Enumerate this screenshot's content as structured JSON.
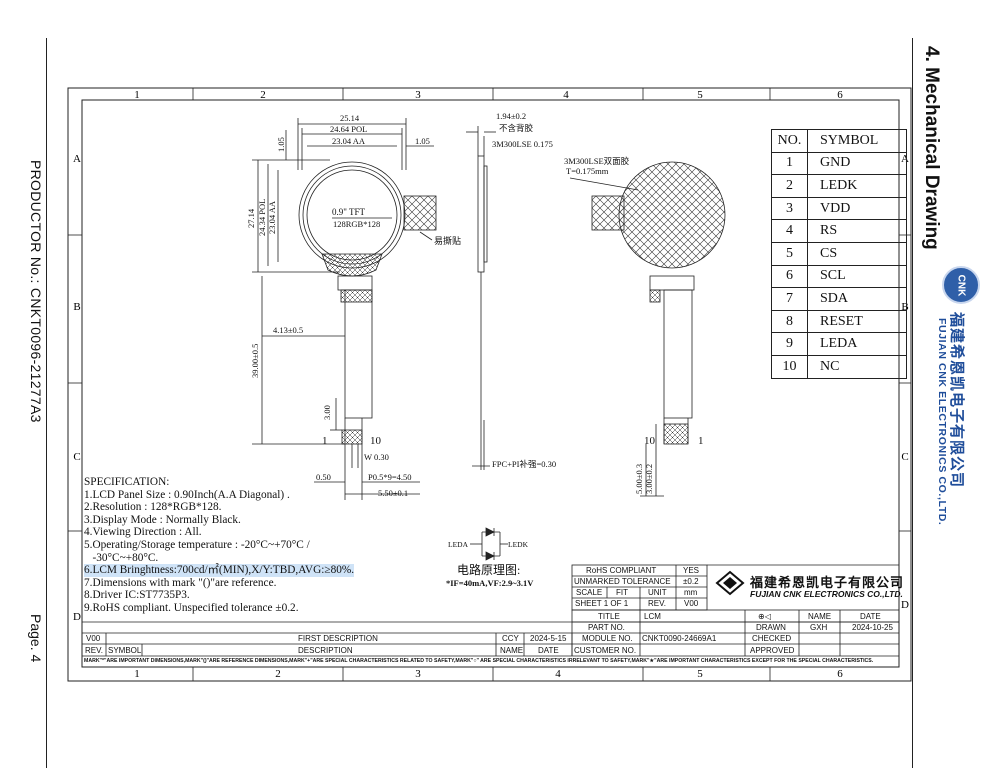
{
  "page": {
    "section_title": "4. Mechanical Drawing",
    "producer_no": "PRODUCTOR No.: CNKT0096-21277A3",
    "page_no": "Page. 4",
    "company_cn": "福建希恩凯电子有限公司",
    "company_en": "FUJIAN CNK ELECTRONICS CO.,LTD.",
    "logo_text": "CNK"
  },
  "grid": {
    "columns": [
      "1",
      "2",
      "3",
      "4",
      "5",
      "6"
    ],
    "rows": [
      "A",
      "B",
      "C",
      "D"
    ]
  },
  "front_view": {
    "dim_width": "25.14",
    "dim_pol": "24.64 POL",
    "dim_aa": "23.04 AA",
    "dim_top": "1.05",
    "dim_right": "1.05",
    "dim_height": "27.14",
    "dim_pol_v": "24.34 POL",
    "dim_aa_v": "23.04 AA",
    "tft": "0.9\" TFT",
    "res": "128RGB*128",
    "pull_tab": "易撕贴",
    "dim_fpc_offset": "4.13±0.5",
    "dim_fpc_len": "39.00±0.5",
    "dim_300": "3.00",
    "pin1": "1",
    "pin10": "10",
    "dim_w030": "W 0.30",
    "dim_050": "0.50",
    "dim_pitch": "P0.5*9=4.50",
    "dim_550": "5.50±0.1"
  },
  "side_view": {
    "thickness": "1.94±0.2",
    "no_backing": "不含背胶",
    "tape": "3M300LSE 0.175",
    "fpc_pi": "FPC+PI补强=0.30"
  },
  "back_view": {
    "tape": "3M300LSE双面胶",
    "tape_t": "T=0.175mm",
    "pin10": "10",
    "pin1": "1",
    "dim_500": "5.00±0.3",
    "dim_300": "3.00±0.2"
  },
  "pin_table": {
    "headers": [
      "NO.",
      "SYMBOL"
    ],
    "rows": [
      [
        "1",
        "GND"
      ],
      [
        "2",
        "LEDK"
      ],
      [
        "3",
        "VDD"
      ],
      [
        "4",
        "RS"
      ],
      [
        "5",
        "CS"
      ],
      [
        "6",
        "SCL"
      ],
      [
        "7",
        "SDA"
      ],
      [
        "8",
        "RESET"
      ],
      [
        "9",
        "LEDA"
      ],
      [
        "10",
        "NC"
      ]
    ]
  },
  "specification": {
    "title": "SPECIFICATION:",
    "lines": [
      "1.LCD Panel Size : 0.90Inch(A.A Diagonal) .",
      "2.Resolution : 128*RGB*128.",
      "3.Display Mode : Normally Black.",
      "4.Viewing Direction : All.",
      "5.Operating/Storage temperature : -20°C~+70°C /",
      "   -30°C~+80°C.",
      "6.LCM Bringhtness:700cd/㎡(MIN),X/Y:TBD,AVG:≥80%.",
      "7.Dimensions with mark \"()\"are reference.",
      "8.Driver IC:ST7735P3.",
      "9.RoHS compliant. Unspecified tolerance ±0.2."
    ]
  },
  "circuit": {
    "leda": "LEDA",
    "ledk": "LEDK",
    "title": "电路原理图:",
    "spec": "*IF=40mA,VF:2.9~3.1V"
  },
  "title_block": {
    "rohs": "RoHS  COMPLIANT",
    "rohs_val": "YES",
    "tol": "UNMARKED  TOLERANCE",
    "tol_val": "±0.2",
    "scale": "SCALE",
    "fit": "FIT",
    "unit": "UNIT",
    "unit_val": "mm",
    "sheet": "SHEET  1  OF  1",
    "rev": "REV.",
    "rev_val": "V00",
    "title_lbl": "TITLE",
    "title_val": "LCM",
    "part_no": "PART  NO.",
    "name": "NAME",
    "date": "DATE",
    "drawn": "DRAWN",
    "drawn_name": "GXH",
    "drawn_date": "2024-10-25",
    "checked": "CHECKED",
    "approved": "APPROVED",
    "v00": "V00",
    "first_desc": "FIRST  DESCRIPTION",
    "ccy": "CCY",
    "ccy_date": "2024-5-15",
    "module_no": "MODULE  NO.",
    "module_val": "CNKT0090-24669A1",
    "rev_col": "REV.",
    "symbol_col": "SYMBOL",
    "desc_col": "DESCRIPTION",
    "name_col": "NAME",
    "date_col": "DATE",
    "customer_no": "CUSTOMER  NO.",
    "footnote": "MARK\"*\"ARE IMPORTANT DIMENSIONS,MARK\"()\"ARE REFERENCE DIMENSIONS,MARK\"+\"ARE SPECIAL CHARACTERISTICS RELATED TO SAFETY,MARK\"○\" ARE SPECIAL CHARACTERISTICS IRRELEVANT TO SAFETY,MARK\"★\"ARE IMPORTANT CHARACTERISTICS EXCEPT FOR THE SPECIAL CHARACTERISTICS."
  }
}
